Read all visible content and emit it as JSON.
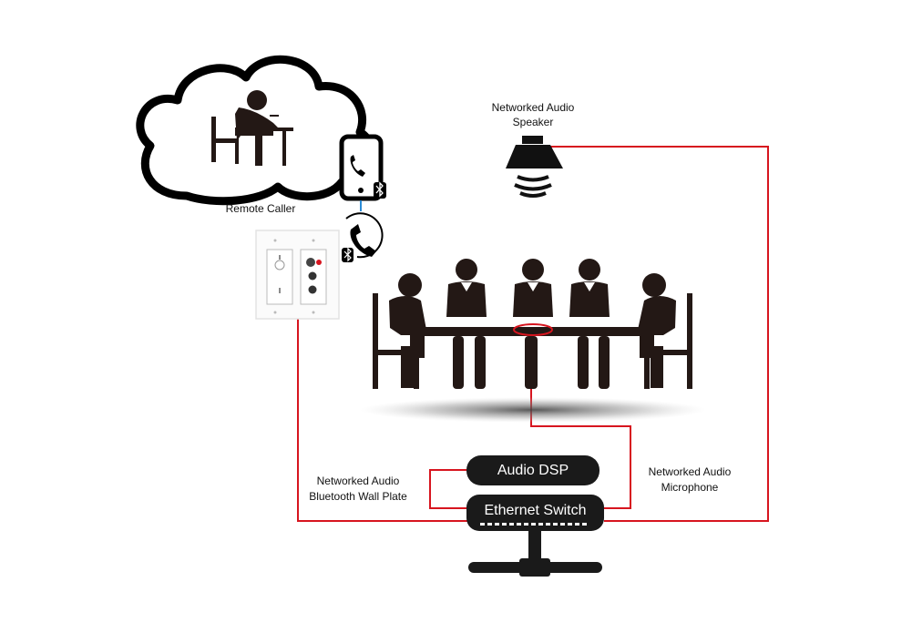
{
  "labels": {
    "remote_caller": "Remote Caller",
    "speaker_line1": "Networked Audio",
    "speaker_line2": "Speaker",
    "wallplate_line1": "Networked Audio",
    "wallplate_line2": "Bluetooth Wall Plate",
    "mic_line1": "Networked Audio",
    "mic_line2": "Microphone",
    "audio_dsp": "Audio DSP",
    "ethernet_switch": "Ethernet Switch"
  },
  "colors": {
    "connection_line": "#d7151f",
    "device_fill": "#1a1a1a",
    "figure_fill": "#231815",
    "bluetooth_link": "#2b8bd6"
  },
  "icons": [
    "cloud-icon",
    "person-at-desk-icon",
    "smartphone-icon",
    "bluetooth-icon",
    "phone-handset-icon",
    "wall-plate-icon",
    "speaker-icon",
    "conference-table-icon",
    "person-icon",
    "microphone-icon",
    "audio-dsp-box",
    "ethernet-switch-box"
  ]
}
